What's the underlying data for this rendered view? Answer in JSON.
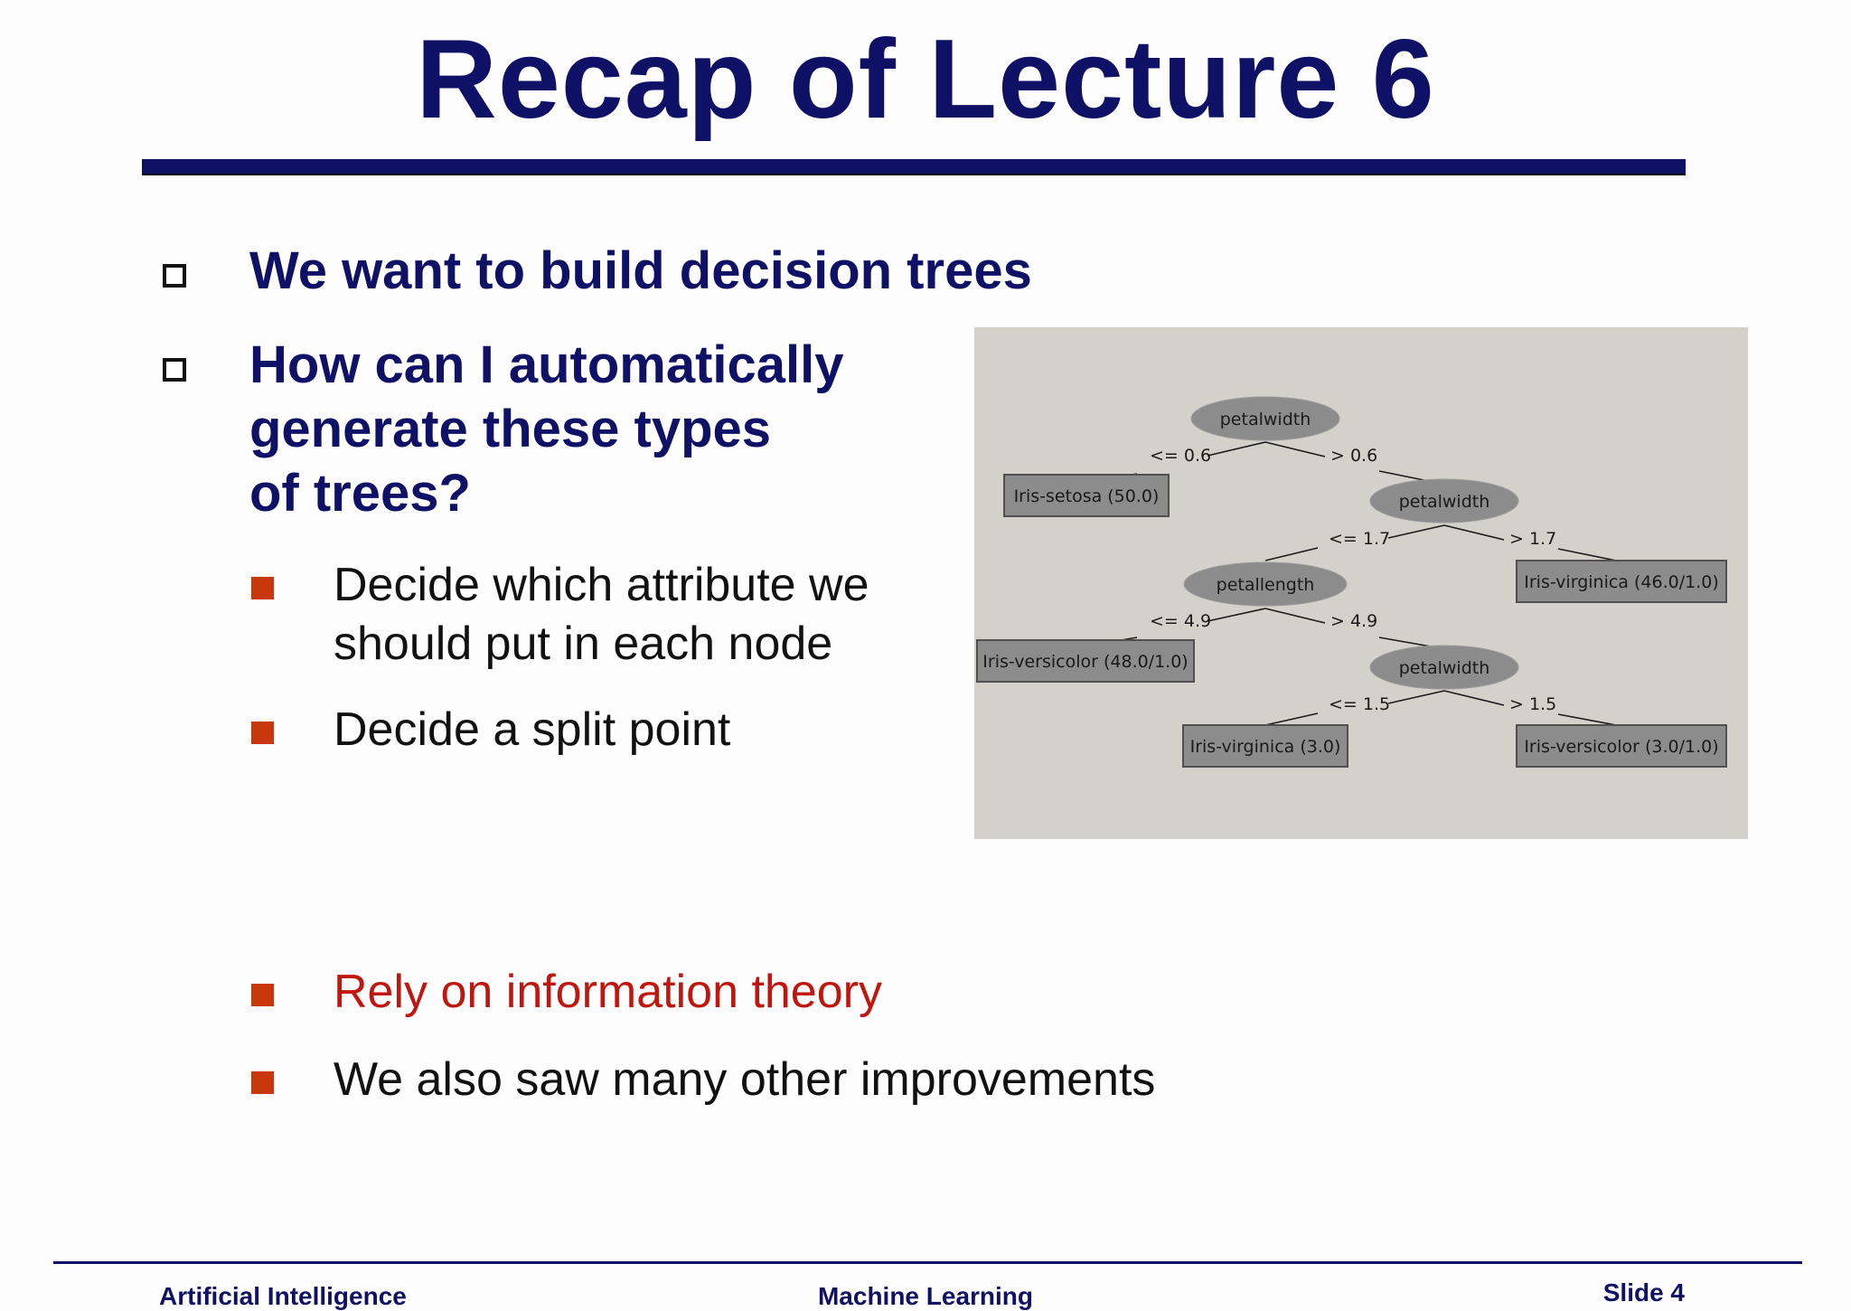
{
  "slide": {
    "title": "Recap of Lecture 6",
    "bullets": [
      {
        "lines": [
          "We want to build decision trees"
        ]
      },
      {
        "lines": [
          "How can I automatically",
          "generate these types",
          "of trees?"
        ]
      }
    ],
    "sub_bullets": [
      {
        "lines": [
          "Decide which attribute we",
          "should put in each node"
        ]
      },
      {
        "lines": [
          "Decide a split point"
        ]
      },
      {
        "lines": [
          "Rely on information theory"
        ]
      },
      {
        "lines": [
          "We also saw many other improvements"
        ]
      }
    ]
  },
  "tree": {
    "nodes": {
      "n1": "petalwidth",
      "n2": "petalwidth",
      "n3": "petallength",
      "n4": "petalwidth"
    },
    "leaves": {
      "l1": "Iris-setosa (50.0)",
      "l2": "Iris-virginica (46.0/1.0)",
      "l3": "Iris-versicolor (48.0/1.0)",
      "l4": "Iris-virginica (3.0)",
      "l5": "Iris-versicolor (3.0/1.0)"
    },
    "edges": {
      "e1": "<= 0.6",
      "e2": "> 0.6",
      "e3": "<= 1.7",
      "e4": "> 1.7",
      "e5": "<= 4.9",
      "e6": "> 4.9",
      "e7": "<= 1.5",
      "e8": "> 1.5"
    },
    "colors": {
      "background": "#d4d1cb",
      "node_fill": "#8c8c8c",
      "text": "#1a1a1a"
    }
  },
  "footer": {
    "left": "Artificial Intelligence",
    "center": "Machine Learning",
    "right": "Slide 4"
  },
  "colors": {
    "title": "#0f1166",
    "accent_bullet": "#c8380f",
    "highlight_text": "#c0160e"
  }
}
